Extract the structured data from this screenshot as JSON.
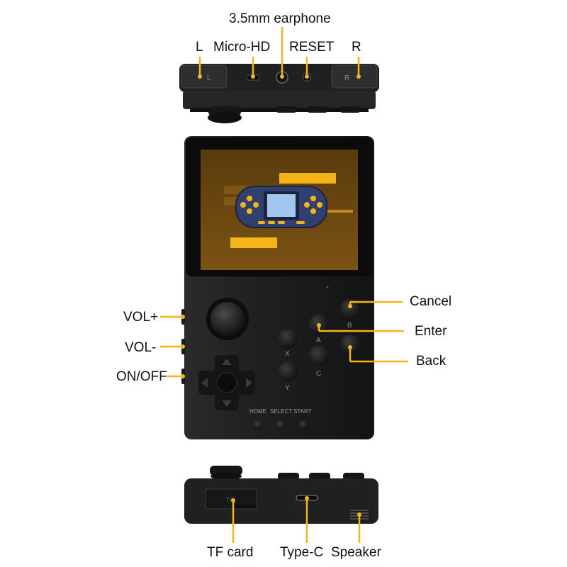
{
  "top_labels": {
    "earphone": "3.5mm earphone",
    "left_shoulder": "L",
    "micro_hd": "Micro-HD",
    "reset": "RESET",
    "right_shoulder": "R"
  },
  "left_labels": {
    "vol_up": "VOL+",
    "vol_down": "VOL-",
    "power": "ON/OFF"
  },
  "right_labels": {
    "cancel": "Cancel",
    "enter": "Enter",
    "back": "Back"
  },
  "bottom_labels": {
    "tf_card": "TF card",
    "type_c": "Type-C",
    "speaker": "Speaker"
  },
  "device": {
    "shoulder_l": "L",
    "shoulder_r": "R",
    "btn_x": "X",
    "btn_a": "A",
    "btn_b": "B",
    "btn_c": "C",
    "btn_y": "Y",
    "home": "HOME",
    "select": "SELECT",
    "start": "START",
    "tf_slot": "TF"
  },
  "colors": {
    "accent": "#f5b516",
    "body": "#1c1c1e",
    "screen_bg": "#6e4a12"
  },
  "icons": {
    "hero": "handheld-console-illustration"
  }
}
